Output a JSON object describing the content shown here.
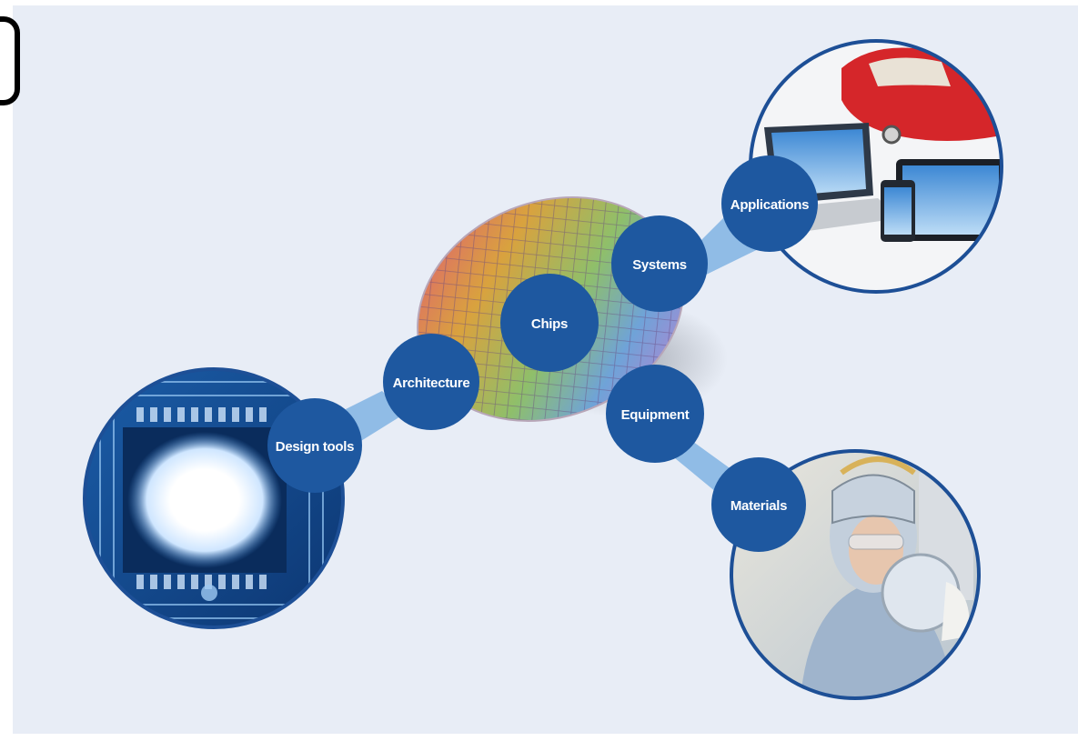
{
  "nodes": {
    "design_tools": "Design tools",
    "architecture": "Architecture",
    "chips": "Chips",
    "systems": "Systems",
    "applications": "Applications",
    "equipment": "Equipment",
    "materials": "Materials"
  },
  "colors": {
    "background": "#e8edf6",
    "node_fill": "#1e58a0",
    "connector": "#7fb0de",
    "photo_border": "#1d4f96"
  },
  "photos": {
    "left": "circuit-chip-photo",
    "top_right": "devices-and-car-photo",
    "bottom_right": "cleanroom-worker-photo"
  }
}
